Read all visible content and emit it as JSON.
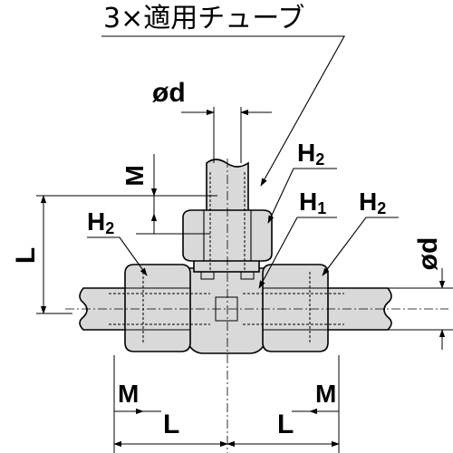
{
  "drawing": {
    "title_label": "3×適用チューブ",
    "labels": {
      "tube_od_top": "ød",
      "tube_od_right": "ød",
      "m_top": "M",
      "m_left": "M",
      "m_right": "M",
      "l_vertical": "L",
      "l_left": "L",
      "l_right": "L",
      "h2_top": "H",
      "h2_top_sub": "2",
      "h1_center": "H",
      "h1_center_sub": "1",
      "h2_left": "H",
      "h2_left_sub": "2",
      "h2_right": "H",
      "h2_right_sub": "2"
    },
    "colors": {
      "body_fill": "#d9d9d9",
      "line": "#000000",
      "background": "#ffffff"
    }
  }
}
